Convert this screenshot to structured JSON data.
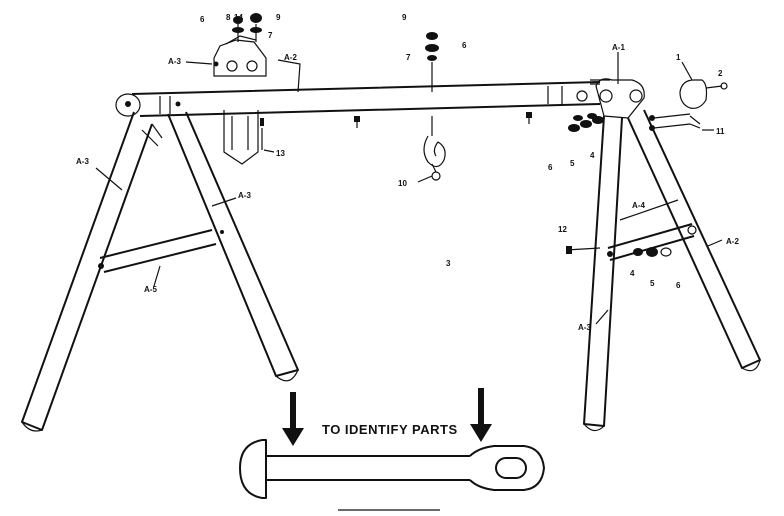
{
  "caption": "TO IDENTIFY PARTS",
  "stray_mark": "3",
  "labels": {
    "A1": "A-1",
    "A2_top": "A-2",
    "A2_right": "A-2",
    "A3_hanger": "A-3",
    "A3_left_outer": "A-3",
    "A3_left_inner": "A-3",
    "A3_right": "A-3",
    "A4": "A-4",
    "A5": "A-5",
    "p1": "1",
    "p2": "2",
    "p4a": "4",
    "p4b": "4",
    "p5a": "5",
    "p5b": "5",
    "p6a": "6",
    "p6b": "6",
    "p6c": "6",
    "p6d": "6",
    "p7a": "7",
    "p7b": "7",
    "p8": "8",
    "p9a": "9",
    "p9b": "9",
    "p10": "10",
    "p11": "11",
    "p12": "12",
    "p13": "13",
    "p14": "14"
  }
}
